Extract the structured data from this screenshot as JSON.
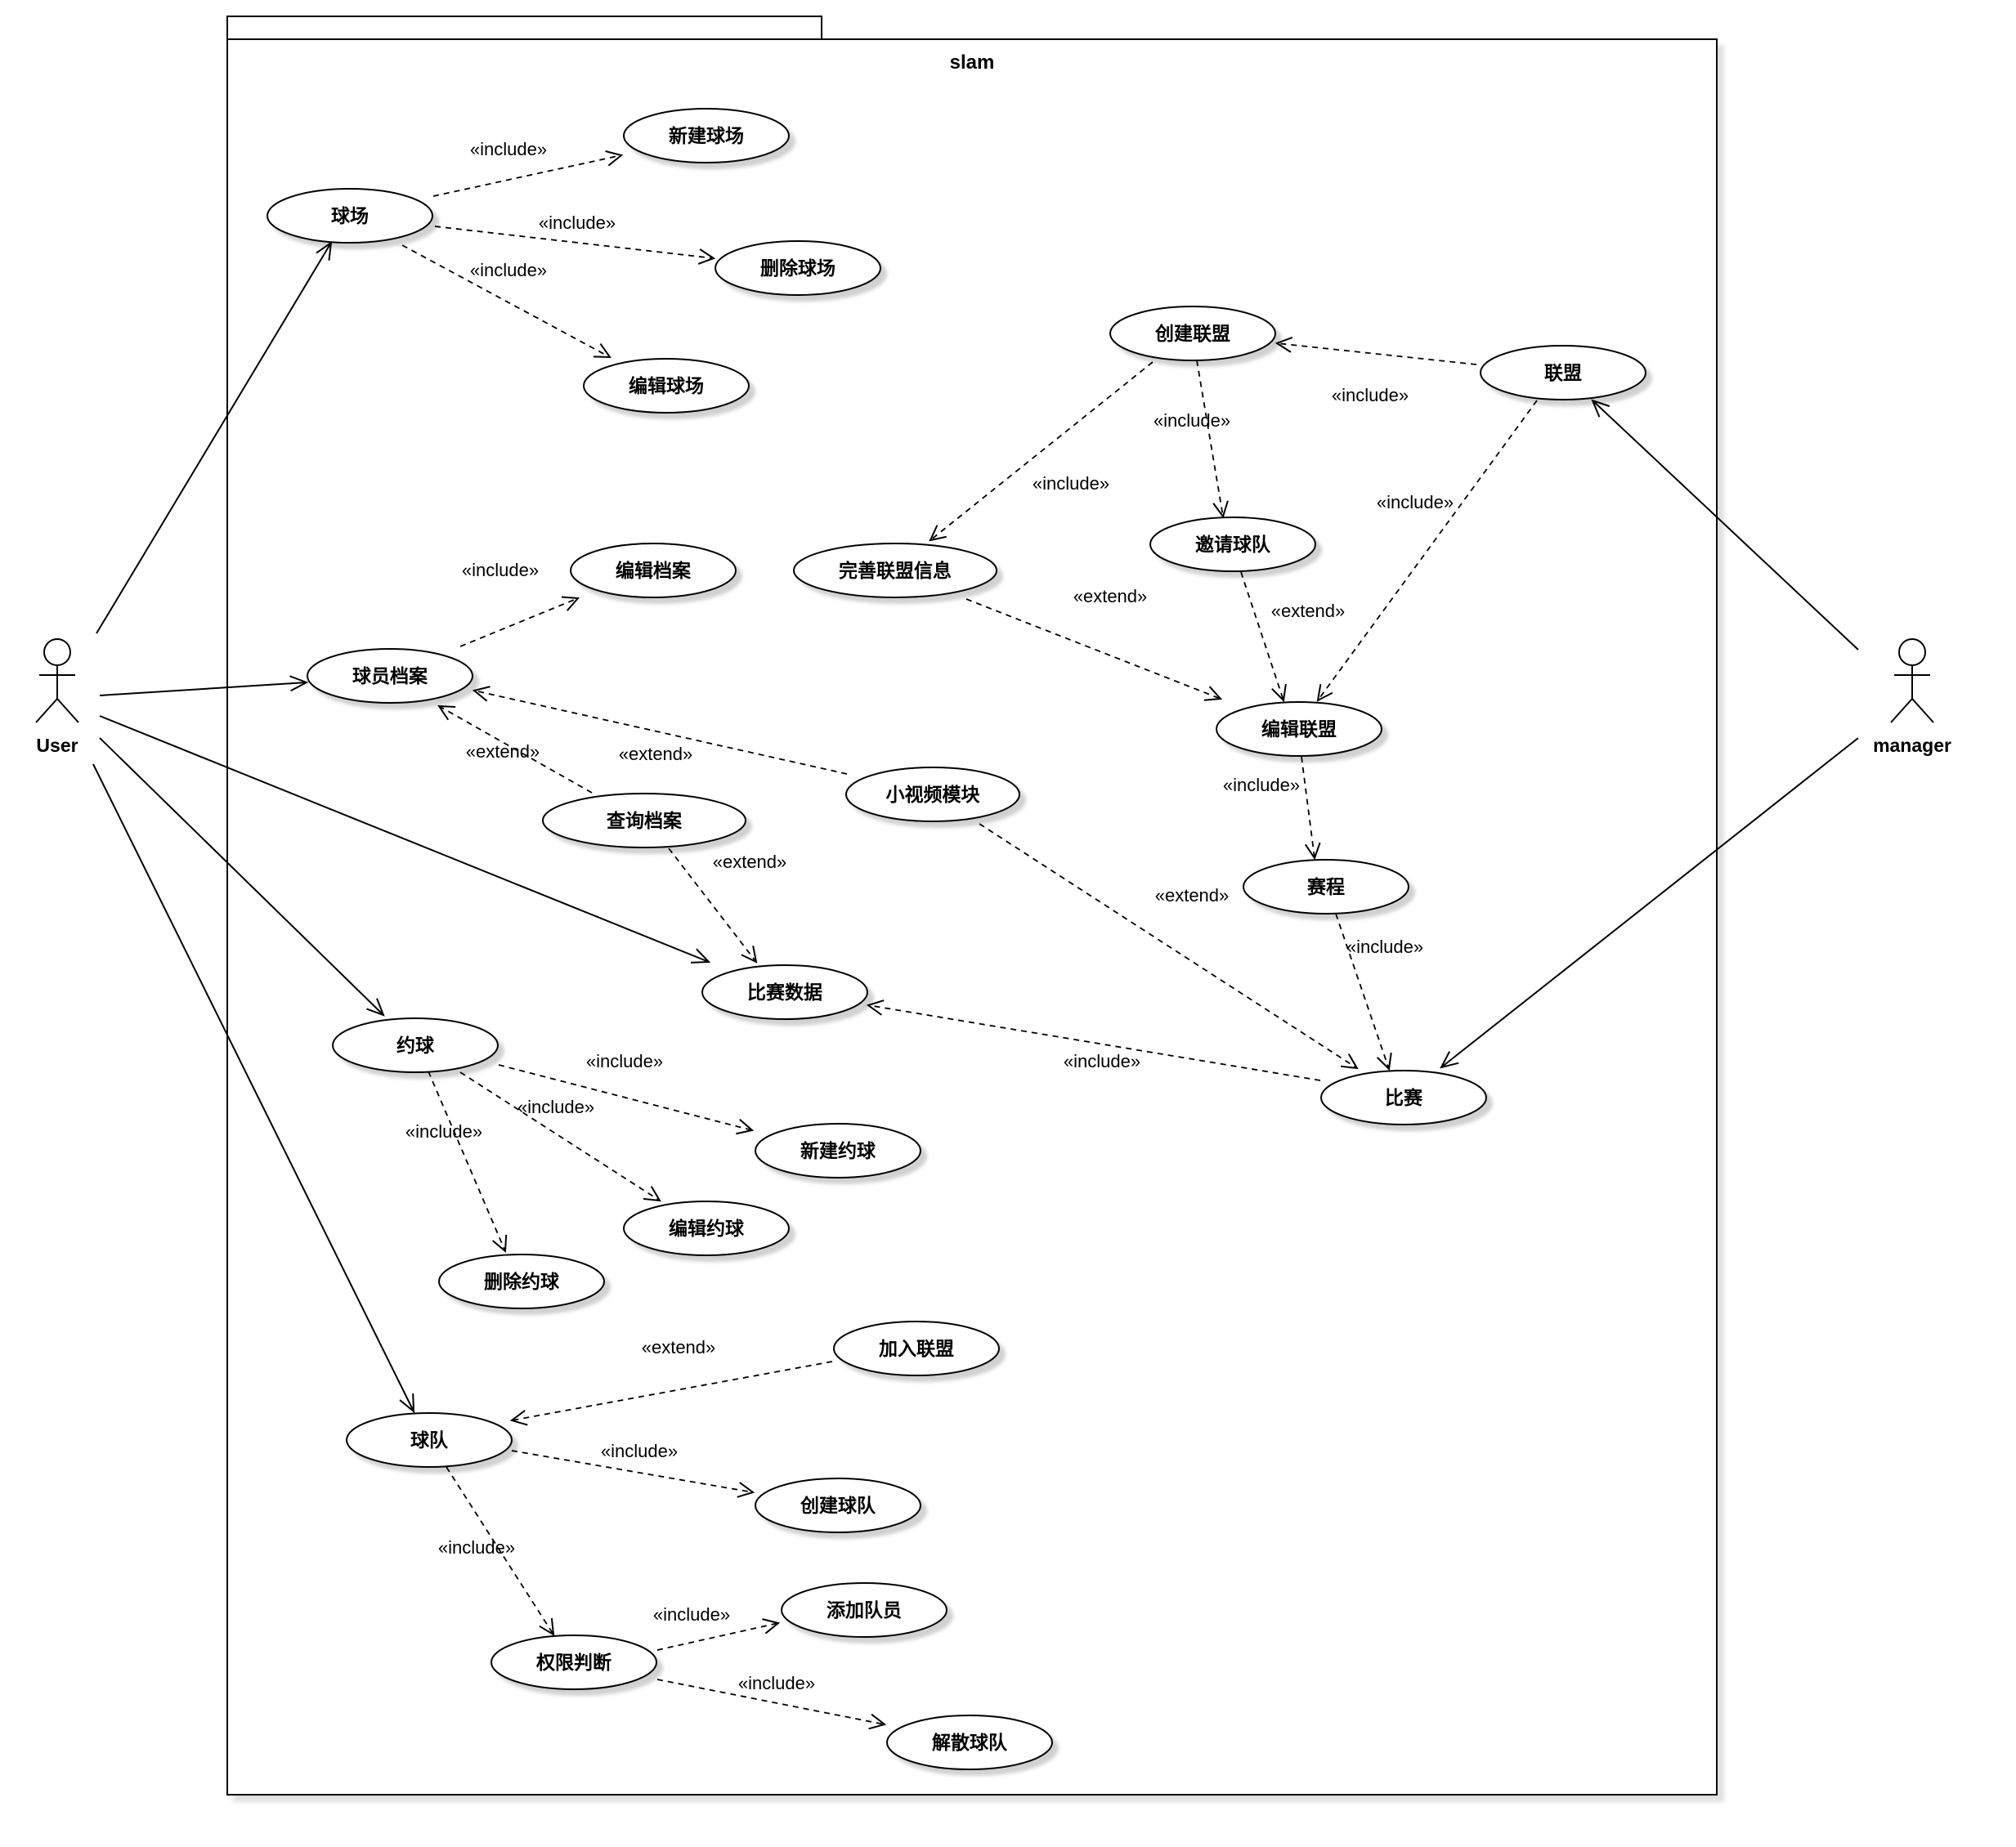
{
  "system": {
    "name": "slam"
  },
  "actors": [
    {
      "id": "user",
      "label": "User"
    },
    {
      "id": "manager",
      "label": "manager"
    }
  ],
  "use_cases": [
    {
      "id": "qiuchang",
      "label": "球场"
    },
    {
      "id": "xinjian_qiuchang",
      "label": "新建球场"
    },
    {
      "id": "shanchu_qiuchang",
      "label": "删除球场"
    },
    {
      "id": "bianji_qiuchang",
      "label": "编辑球场"
    },
    {
      "id": "chuangjian_lianmeng",
      "label": "创建联盟"
    },
    {
      "id": "lianmeng",
      "label": "联盟"
    },
    {
      "id": "bianji_dangan",
      "label": "编辑档案"
    },
    {
      "id": "wanshan_lianmeng",
      "label": "完善联盟信息"
    },
    {
      "id": "yaoqing_qiudui",
      "label": "邀请球队"
    },
    {
      "id": "qiuyuan_dangan",
      "label": "球员档案"
    },
    {
      "id": "bianji_lianmeng",
      "label": "编辑联盟"
    },
    {
      "id": "xiaoshipin",
      "label": "小视频模块"
    },
    {
      "id": "chaxun_dangan",
      "label": "查询档案"
    },
    {
      "id": "saicheng",
      "label": "赛程"
    },
    {
      "id": "bisai_shuju",
      "label": "比赛数据"
    },
    {
      "id": "yueqiu",
      "label": "约球"
    },
    {
      "id": "bisai",
      "label": "比赛"
    },
    {
      "id": "xinjian_yueqiu",
      "label": "新建约球"
    },
    {
      "id": "bianji_yueqiu",
      "label": "编辑约球"
    },
    {
      "id": "shanchu_yueqiu",
      "label": "删除约球"
    },
    {
      "id": "jiaru_lianmeng",
      "label": "加入联盟"
    },
    {
      "id": "qiudui",
      "label": "球队"
    },
    {
      "id": "chuangjian_qiudui",
      "label": "创建球队"
    },
    {
      "id": "tianjia_duiyuan",
      "label": "添加队员"
    },
    {
      "id": "quanxian_panduan",
      "label": "权限判断"
    },
    {
      "id": "jiesan_qiudui",
      "label": "解散球队"
    }
  ],
  "associations": [
    {
      "from": "user",
      "to": "qiuchang"
    },
    {
      "from": "user",
      "to": "qiuyuan_dangan"
    },
    {
      "from": "user",
      "to": "bisai_shuju"
    },
    {
      "from": "user",
      "to": "yueqiu"
    },
    {
      "from": "user",
      "to": "qiudui"
    },
    {
      "from": "manager",
      "to": "lianmeng"
    },
    {
      "from": "manager",
      "to": "bisai"
    }
  ],
  "dependencies": [
    {
      "from": "qiuchang",
      "to": "xinjian_qiuchang",
      "label": "«include»"
    },
    {
      "from": "qiuchang",
      "to": "shanchu_qiuchang",
      "label": "«include»"
    },
    {
      "from": "qiuchang",
      "to": "bianji_qiuchang",
      "label": "«include»"
    },
    {
      "from": "lianmeng",
      "to": "chuangjian_lianmeng",
      "label": "«include»"
    },
    {
      "from": "chuangjian_lianmeng",
      "to": "wanshan_lianmeng",
      "label": "«include»"
    },
    {
      "from": "chuangjian_lianmeng",
      "to": "yaoqing_qiudui",
      "label": "«include»"
    },
    {
      "from": "lianmeng",
      "to": "bianji_lianmeng",
      "label": "«include»"
    },
    {
      "from": "wanshan_lianmeng",
      "to": "bianji_lianmeng",
      "label": "«extend»"
    },
    {
      "from": "yaoqing_qiudui",
      "to": "bianji_lianmeng",
      "label": "«extend»"
    },
    {
      "from": "qiuyuan_dangan",
      "to": "bianji_dangan",
      "label": "«include»"
    },
    {
      "from": "chaxun_dangan",
      "to": "qiuyuan_dangan",
      "label": "«extend»"
    },
    {
      "from": "xiaoshipin",
      "to": "qiuyuan_dangan",
      "label": "«extend»"
    },
    {
      "from": "chaxun_dangan",
      "to": "bisai_shuju",
      "label": "«extend»"
    },
    {
      "from": "bianji_lianmeng",
      "to": "saicheng",
      "label": "«include»"
    },
    {
      "from": "xiaoshipin",
      "to": "bisai",
      "label": "«extend»"
    },
    {
      "from": "saicheng",
      "to": "bisai",
      "label": "«include»"
    },
    {
      "from": "bisai",
      "to": "bisai_shuju",
      "label": "«include»"
    },
    {
      "from": "yueqiu",
      "to": "xinjian_yueqiu",
      "label": "«include»"
    },
    {
      "from": "yueqiu",
      "to": "bianji_yueqiu",
      "label": "«include»"
    },
    {
      "from": "yueqiu",
      "to": "shanchu_yueqiu",
      "label": "«include»"
    },
    {
      "from": "jiaru_lianmeng",
      "to": "qiudui",
      "label": "«extend»"
    },
    {
      "from": "qiudui",
      "to": "chuangjian_qiudui",
      "label": "«include»"
    },
    {
      "from": "qiudui",
      "to": "quanxian_panduan",
      "label": "«include»"
    },
    {
      "from": "quanxian_panduan",
      "to": "tianjia_duiyuan",
      "label": "«include»"
    },
    {
      "from": "quanxian_panduan",
      "to": "jiesan_qiudui",
      "label": "«include»"
    }
  ]
}
